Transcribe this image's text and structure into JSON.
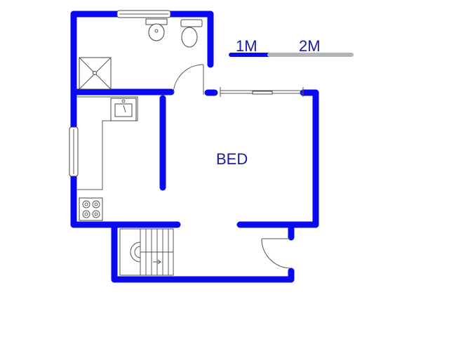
{
  "rooms": {
    "bed_label": "BED"
  },
  "scale_bar": {
    "label_1": "1M",
    "label_2": "2M",
    "color_dark": "#0a0af0",
    "color_light": "#b5b5b5"
  },
  "colors": {
    "wall": "#0a0af0",
    "background": "#ffffff"
  }
}
